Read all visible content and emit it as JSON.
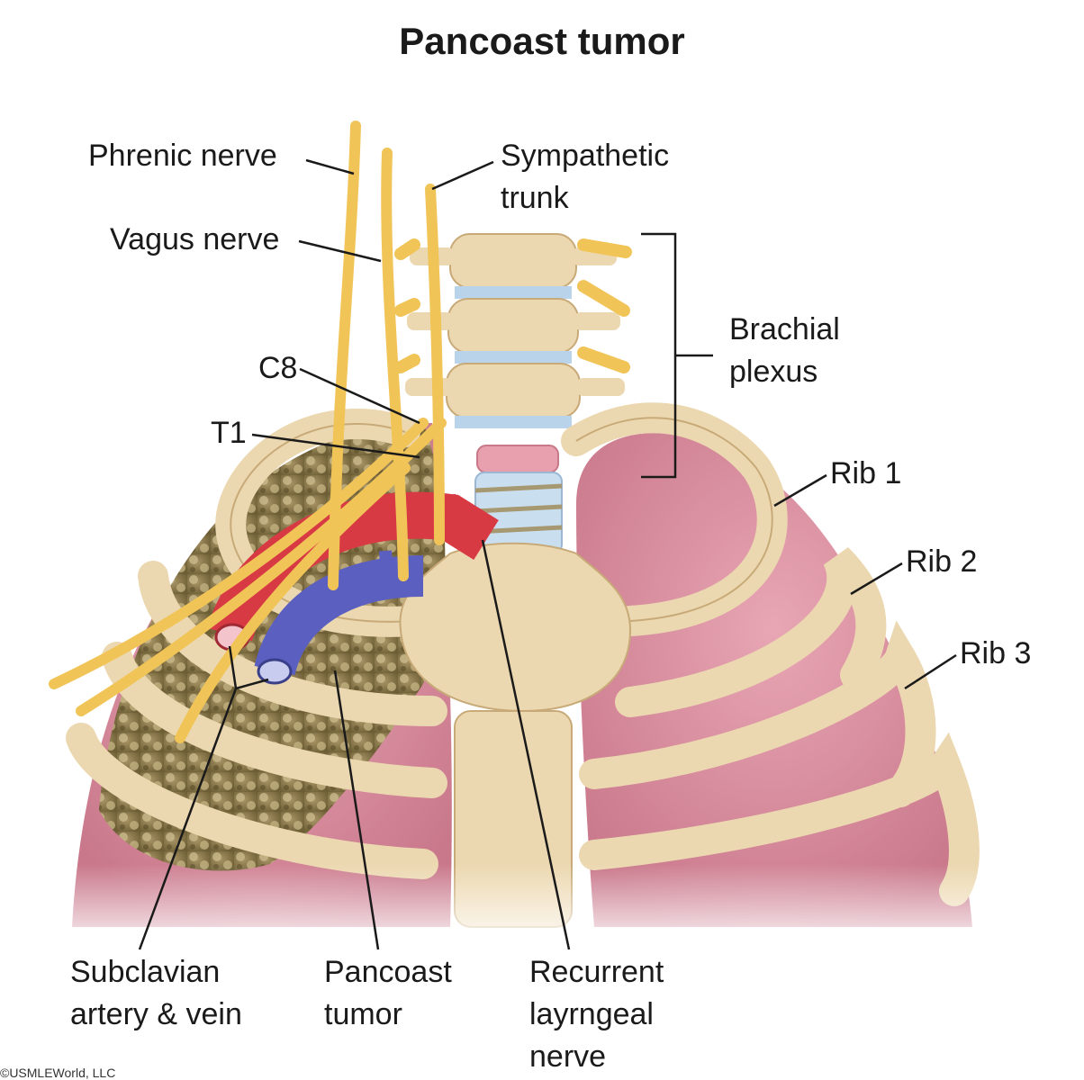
{
  "title": "Pancoast tumor",
  "labels": {
    "phrenic_nerve": "Phrenic nerve",
    "vagus_nerve": "Vagus nerve",
    "sympathetic_trunk": [
      "Sympathetic",
      "trunk"
    ],
    "brachial_plexus": [
      "Brachial",
      "plexus"
    ],
    "c8": "C8",
    "t1": "T1",
    "rib_1": "Rib 1",
    "rib_2": "Rib 2",
    "rib_3": "Rib 3",
    "subclavian": [
      "Subclavian",
      "artery & vein"
    ],
    "pancoast_tumor": [
      "Pancoast",
      "tumor"
    ],
    "recurrent_laryngeal": [
      "Recurrent",
      "layrngeal",
      "nerve"
    ]
  },
  "copyright": "©USMLEWorld, LLC",
  "colors": {
    "bone": "#ecd8b0",
    "bone_edge": "#c8aa78",
    "lung": "#d98a9c",
    "tumor": "#8b7a4a",
    "nerve": "#f1c458",
    "artery": "#d83a44",
    "vein": "#5a5fc0",
    "disc": "#b9d3ea"
  }
}
